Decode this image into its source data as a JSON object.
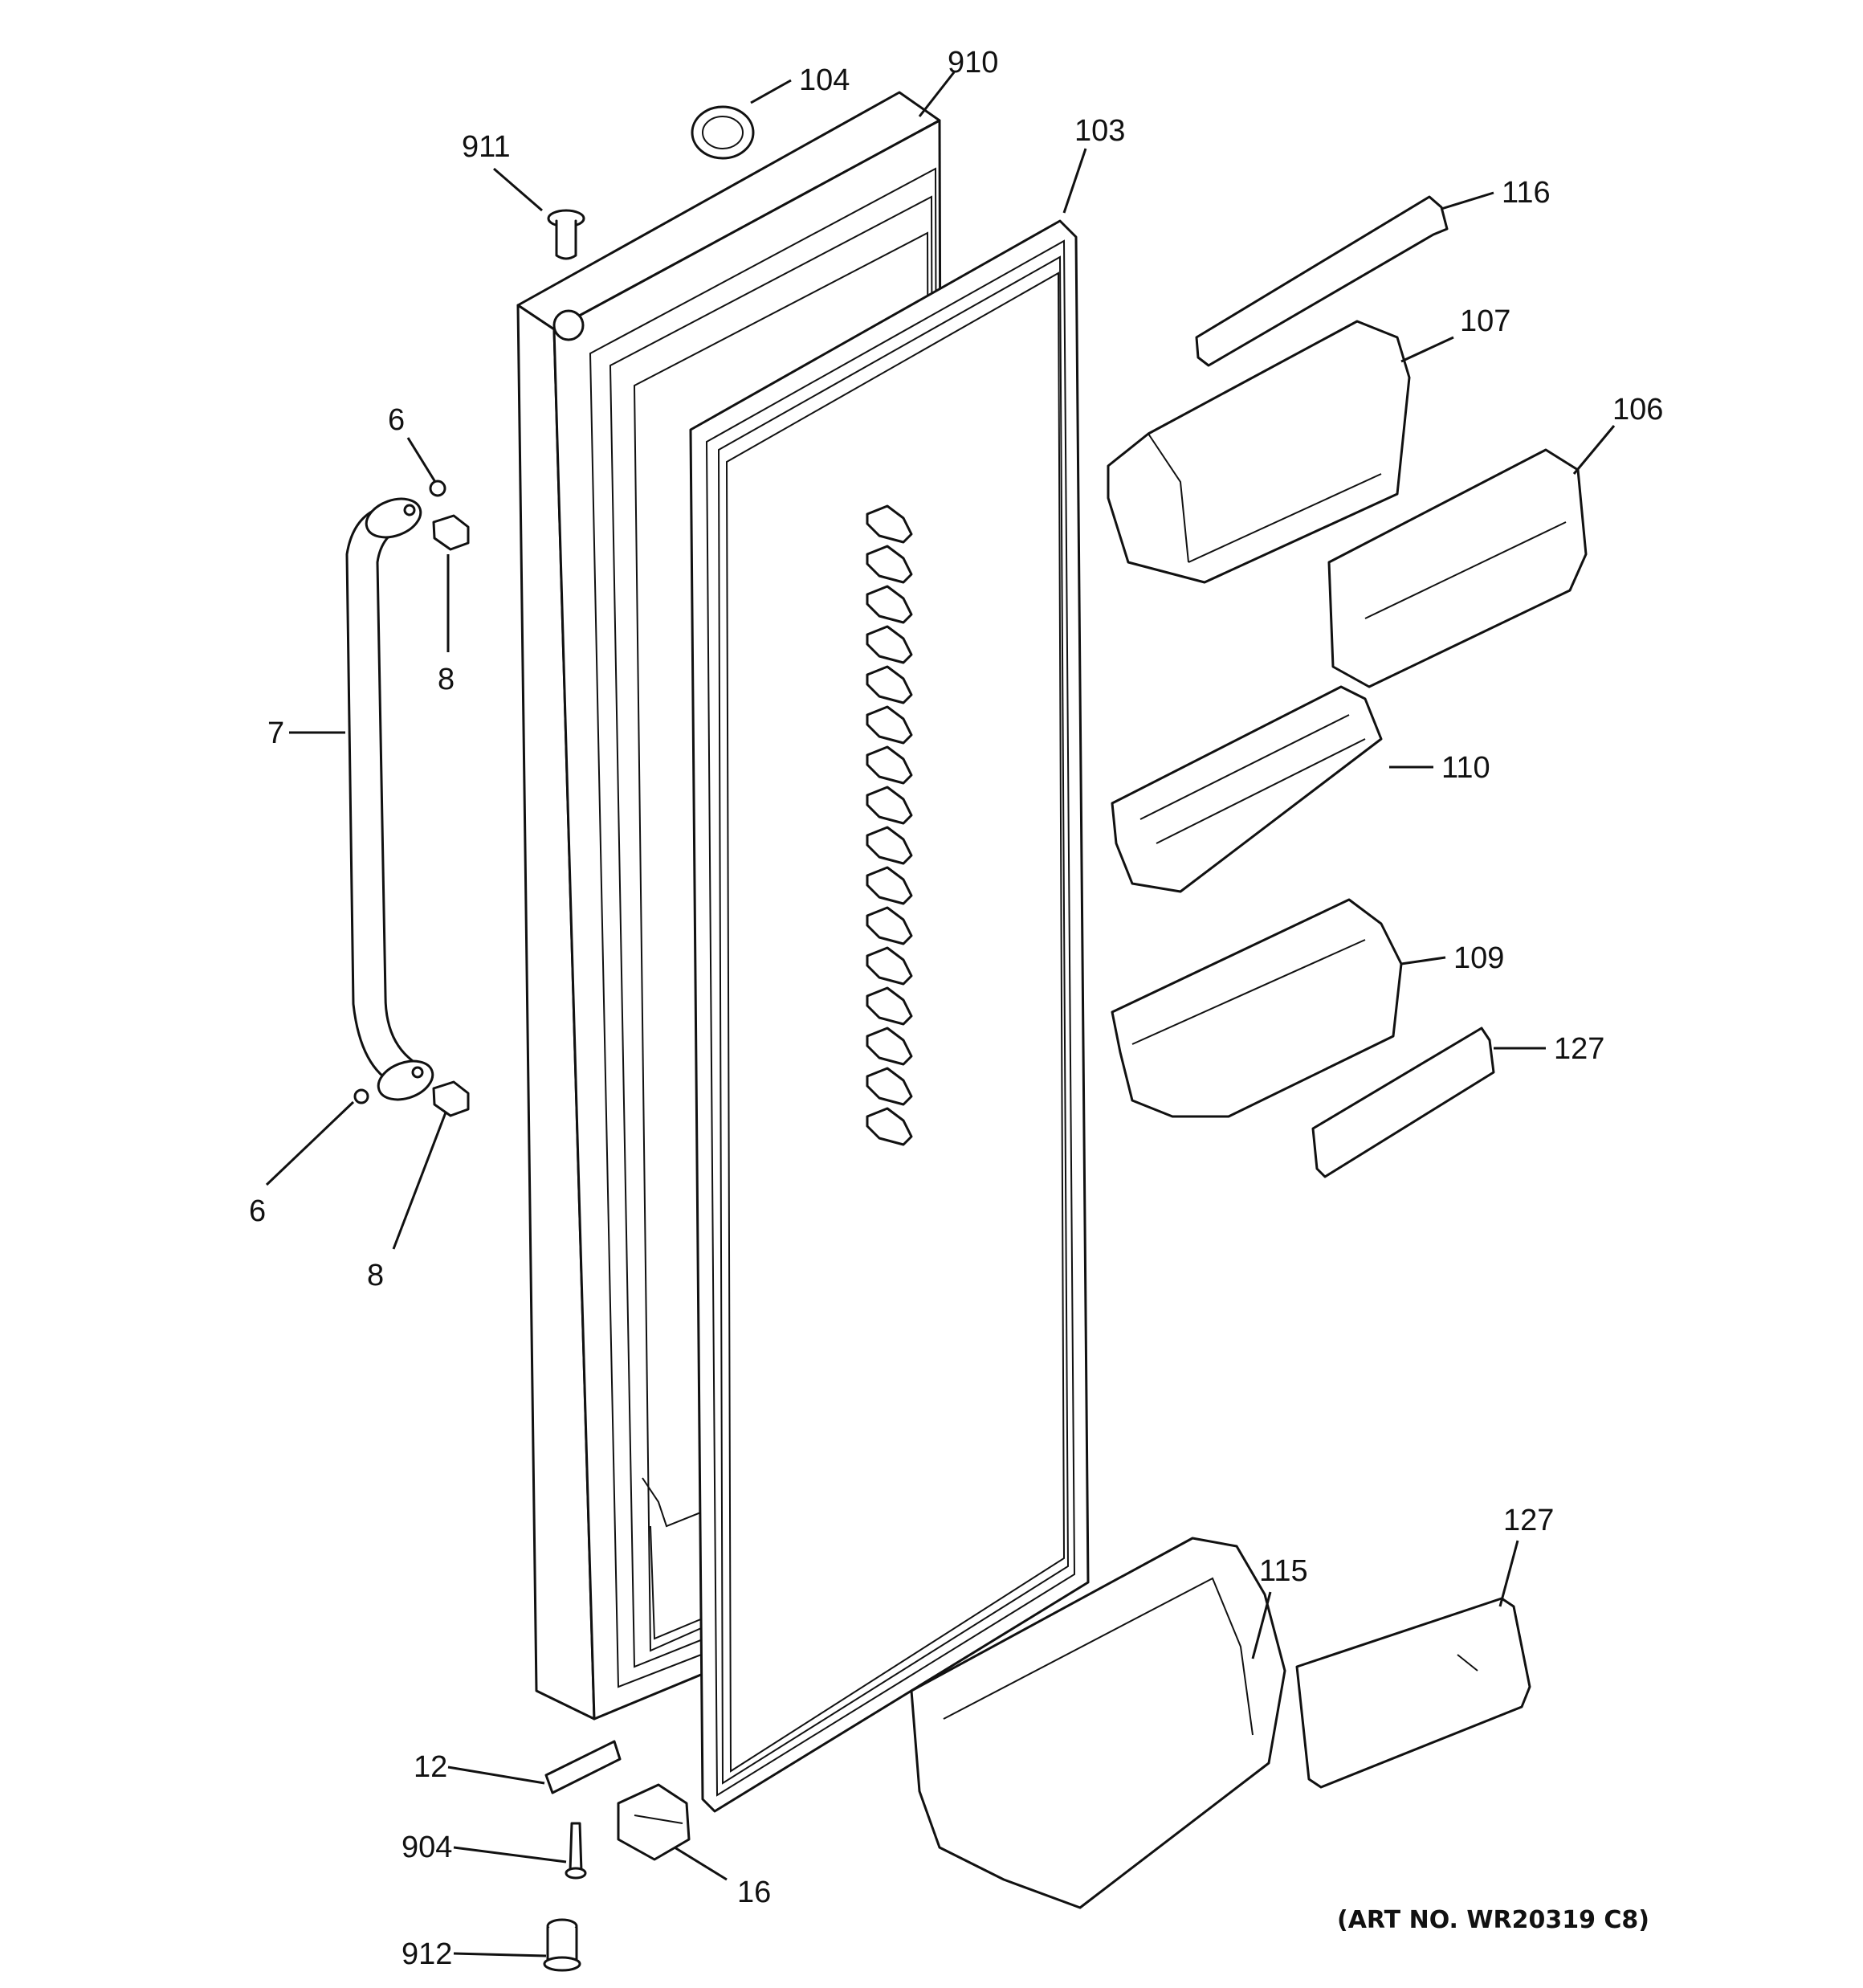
{
  "callouts": {
    "c104": "104",
    "c910": "910",
    "c911": "911",
    "c103": "103",
    "c116": "116",
    "c107": "107",
    "c106": "106",
    "c6a": "6",
    "c8a": "8",
    "c7": "7",
    "c110": "110",
    "c109": "109",
    "c127a": "127",
    "c6b": "6",
    "c8b": "8",
    "c115": "115",
    "c127b": "127",
    "c12": "12",
    "c904": "904",
    "c16": "16",
    "c912": "912"
  },
  "art_number": "(ART NO. WR20319 C8)",
  "colors": {
    "line": "#111111",
    "background": "#ffffff"
  }
}
